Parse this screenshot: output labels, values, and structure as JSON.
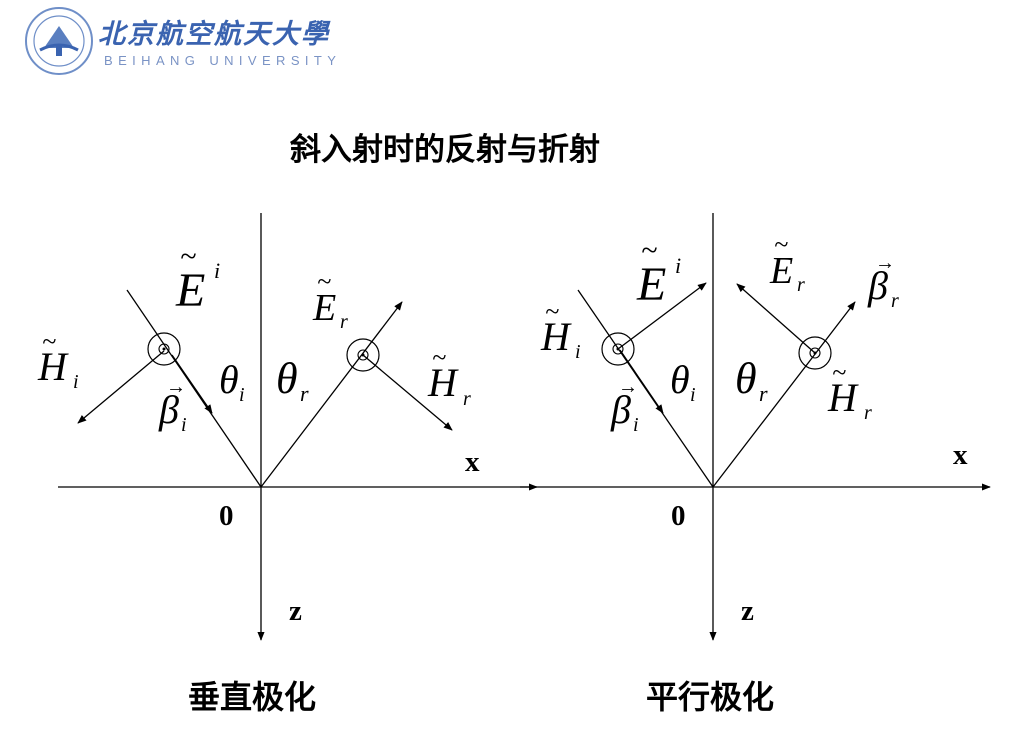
{
  "header": {
    "university_cn": "北京航空航天大學",
    "university_en": "BEIHANG UNIVERSITY",
    "seal_icon": "beihang-seal-icon",
    "brand_color": "#3a63b0"
  },
  "title": "斜入射时的反射与折射",
  "diagrams": [
    {
      "caption": "垂直极化",
      "axis_x": "x",
      "axis_z": "z",
      "origin": "0",
      "labels": {
        "Ei_base": "E",
        "Ei_sup": "i",
        "Hi_base": "H",
        "Hi_sub": "i",
        "bi_base": "β",
        "bi_sub": "i",
        "thi_base": "θ",
        "thi_sub": "i",
        "thr_base": "θ",
        "thr_sub": "r",
        "Er_base": "E",
        "Er_sub": "r",
        "Hr_base": "H",
        "Hr_sub": "r"
      }
    },
    {
      "caption": "平行极化",
      "axis_x": "x",
      "axis_z": "z",
      "origin": "0",
      "labels": {
        "Ei_base": "E",
        "Ei_sup": "i",
        "Hi_base": "H",
        "Hi_sub": "i",
        "bi_base": "β",
        "bi_sub": "i",
        "thi_base": "θ",
        "thi_sub": "i",
        "thr_base": "θ",
        "thr_sub": "r",
        "Er_base": "E",
        "Er_sub": "r",
        "br_base": "β",
        "br_sub": "r",
        "Hr_base": "H",
        "Hr_sub": "r"
      }
    }
  ]
}
